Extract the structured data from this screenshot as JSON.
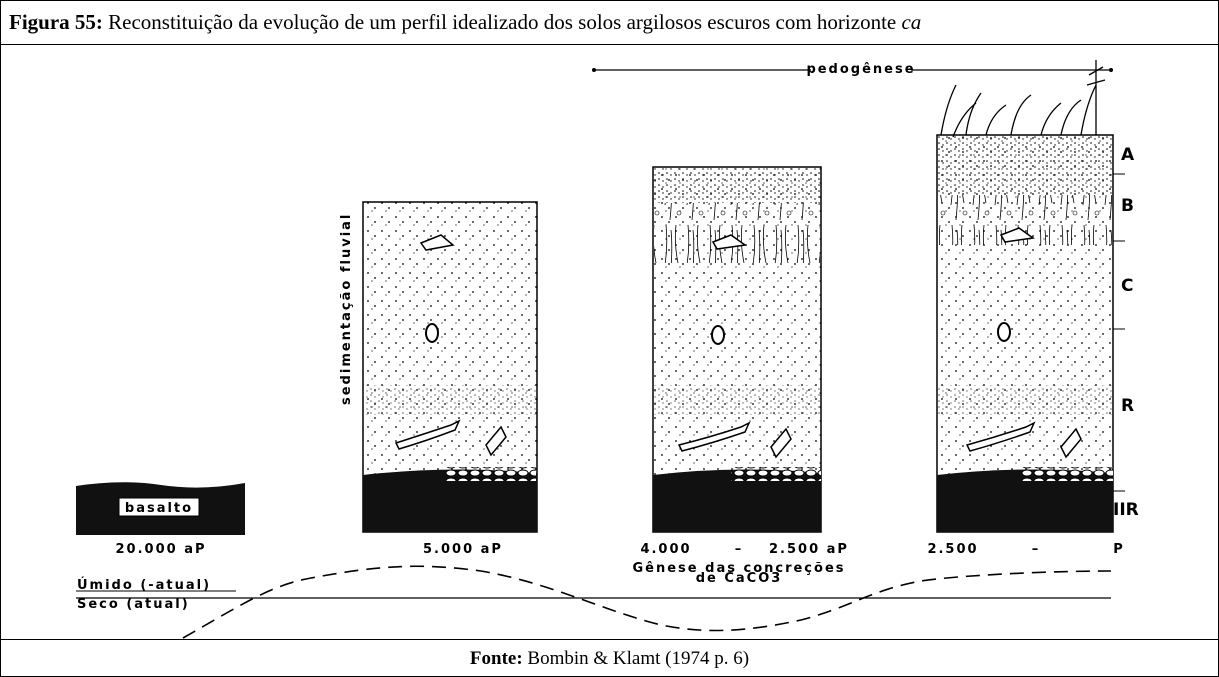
{
  "caption": {
    "label": "Figura 55:",
    "text": "Reconstituição da evolução de um perfil idealizado dos solos argilosos escuros com horizonte",
    "italic_term": "ca"
  },
  "diagram": {
    "pedogenesis_label": "pedogênese",
    "sedimentation_label": "sedimentação fluvial",
    "basalt_label": "basalto",
    "concretion_note": [
      "Gênese das concreções",
      "de CaCO3"
    ],
    "climate": {
      "humid_label": "Úmido (-atual)",
      "dry_label": "Seco (atual)"
    },
    "profiles": [
      {
        "id": "p1",
        "age": "20.000 aP"
      },
      {
        "id": "p2",
        "age": "5.000 aP"
      },
      {
        "id": "p3",
        "age_start": "4.000",
        "age_dash": "–",
        "age_end": "2.500 aP"
      },
      {
        "id": "p4",
        "age_start": "2.500",
        "age_dash": "–",
        "age_end": "P"
      }
    ],
    "horizons": [
      "A",
      "B",
      "C",
      "R",
      "IIR"
    ]
  },
  "source": {
    "label": "Fonte:",
    "text": "Bombin & Klamt (1974 p. 6)"
  }
}
